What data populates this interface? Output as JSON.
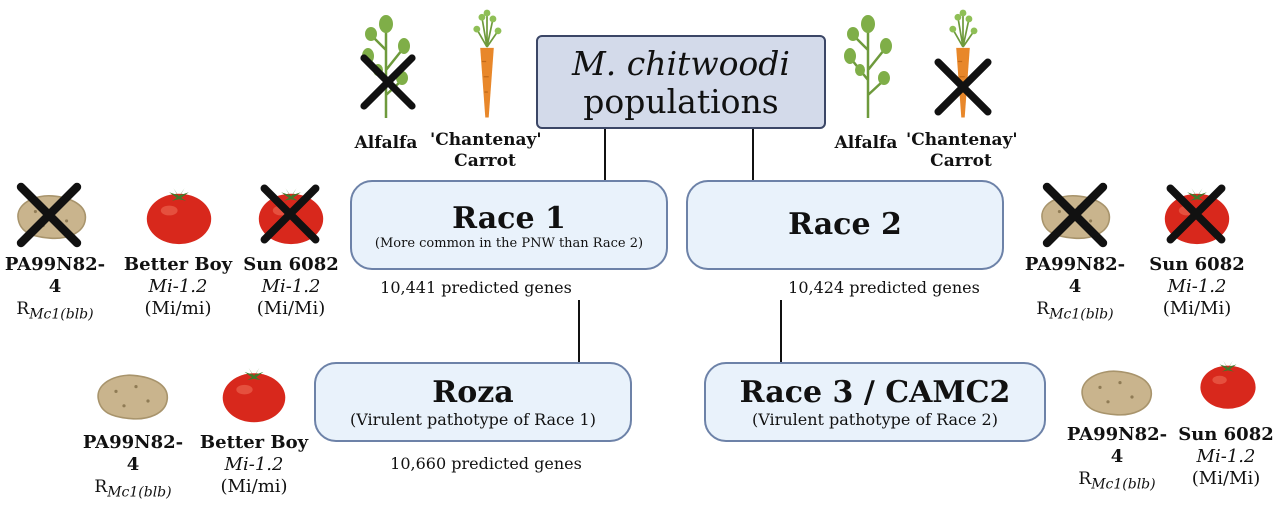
{
  "title": {
    "line1": "M. chitwoodi",
    "line2": "populations"
  },
  "race1": {
    "title": "Race 1",
    "subtitle": "(More common in the PNW than Race 2)",
    "genes": "10,441 predicted genes",
    "hosts": [
      {
        "name": "PA99N82-4",
        "gene": "R",
        "gene_sub": "Mc1(blb)",
        "crossed": true
      },
      {
        "name": "Better Boy",
        "gene": "Mi-1.2",
        "genotype": "(Mi/mi)",
        "crossed": false
      },
      {
        "name": "Sun 6082",
        "gene": "Mi-1.2",
        "genotype": "(Mi/Mi)",
        "crossed": true
      }
    ],
    "plants": [
      {
        "name": "Alfalfa",
        "crossed": true
      },
      {
        "name_line1": "'Chantenay'",
        "name_line2": "Carrot",
        "crossed": false
      }
    ]
  },
  "race2": {
    "title": "Race 2",
    "genes": "10,424 predicted genes",
    "hosts": [
      {
        "name": "PA99N82-4",
        "gene": "R",
        "gene_sub": "Mc1(blb)",
        "crossed": true
      },
      {
        "name": "Sun 6082",
        "gene": "Mi-1.2",
        "genotype": "(Mi/Mi)",
        "crossed": true
      }
    ],
    "plants": [
      {
        "name": "Alfalfa",
        "crossed": false
      },
      {
        "name_line1": "'Chantenay'",
        "name_line2": "Carrot",
        "crossed": true
      }
    ]
  },
  "roza": {
    "title": "Roza",
    "subtitle": "(Virulent pathotype of Race 1)",
    "genes": "10,660 predicted genes",
    "hosts": [
      {
        "name": "PA99N82-4",
        "gene": "R",
        "gene_sub": "Mc1(blb)",
        "crossed": false
      },
      {
        "name": "Better Boy",
        "gene": "Mi-1.2",
        "genotype": "(Mi/mi)",
        "crossed": false
      }
    ]
  },
  "race3": {
    "title": "Race 3 / CAMC2",
    "subtitle": "(Virulent pathotype of Race 2)",
    "hosts": [
      {
        "name": "PA99N82-4",
        "gene": "R",
        "gene_sub": "Mc1(blb)",
        "crossed": false
      },
      {
        "name": "Sun 6082",
        "gene": "Mi-1.2",
        "genotype": "(Mi/Mi)",
        "crossed": false
      }
    ]
  },
  "colors": {
    "box_fill": "#e9f2fb",
    "box_border": "#6d82a8",
    "title_fill": "#d3daea",
    "title_border": "#3b4666",
    "potato": "#c9b48d",
    "tomato": "#d8281c",
    "carrot": "#e8872a",
    "leaf": "#6e9a3c",
    "cross": "#111111"
  },
  "icons": [
    "potato-icon",
    "tomato-icon",
    "alfalfa-icon",
    "carrot-icon",
    "cross-icon"
  ]
}
